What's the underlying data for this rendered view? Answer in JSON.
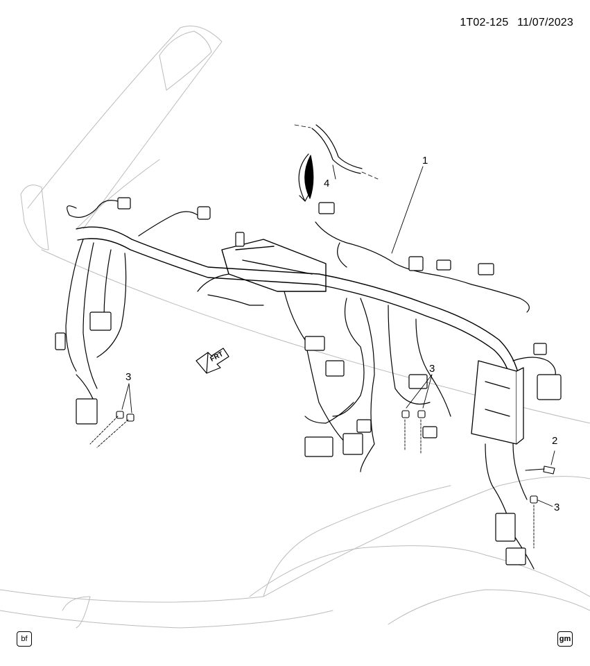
{
  "diagram": {
    "code": "1T02-125",
    "date": "11/07/2023",
    "callouts": {
      "c1": "1",
      "c2": "2",
      "c3a": "3",
      "c3b": "3",
      "c3c": "3",
      "c4": "4"
    },
    "direction_label": "FRT",
    "bottom_left_badge": "bf",
    "bottom_right_badge": "gm"
  }
}
